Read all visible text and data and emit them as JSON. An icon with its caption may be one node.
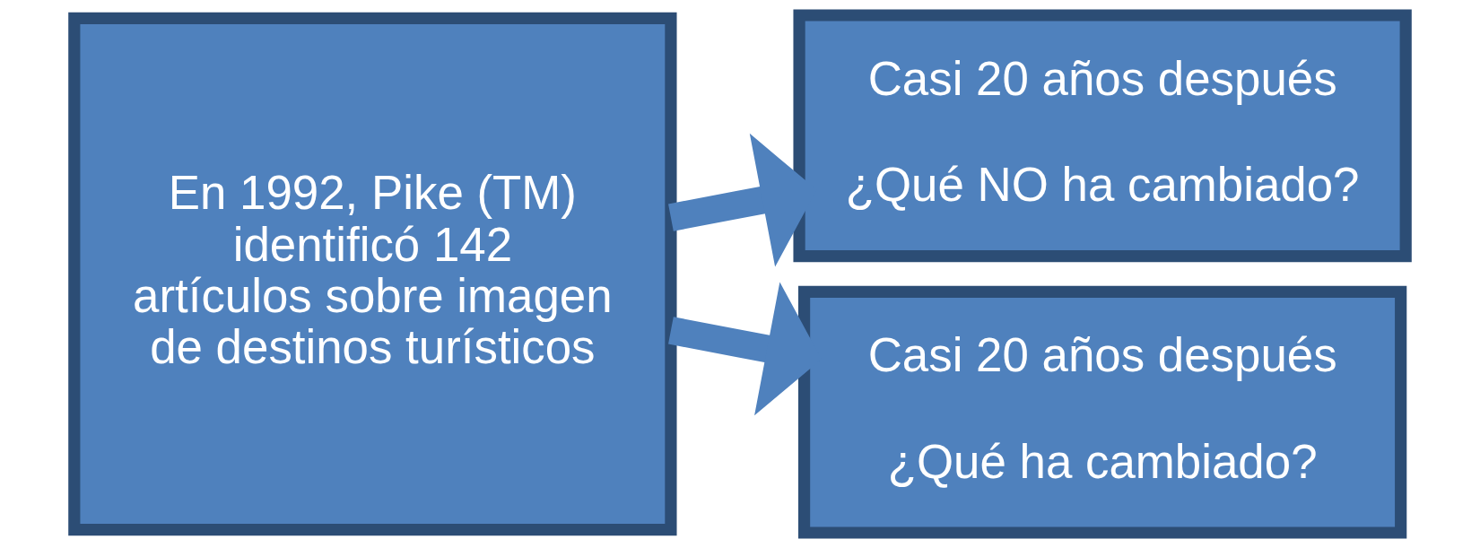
{
  "diagram": {
    "nodes": [
      {
        "text": [
          "En 1992, Pike (TM) identificó 142 artículos sobre imagen de destinos turísticos"
        ]
      },
      {
        "text": [
          "Casi 20 años después",
          "¿Qué NO ha cambiado?"
        ]
      },
      {
        "text": [
          "Casi 20 años después",
          "¿Qué ha cambiado?"
        ]
      }
    ],
    "edges": [
      {
        "from": 0,
        "to": 1,
        "arrow": "to"
      },
      {
        "from": 0,
        "to": 2,
        "arrow": "to"
      }
    ]
  }
}
